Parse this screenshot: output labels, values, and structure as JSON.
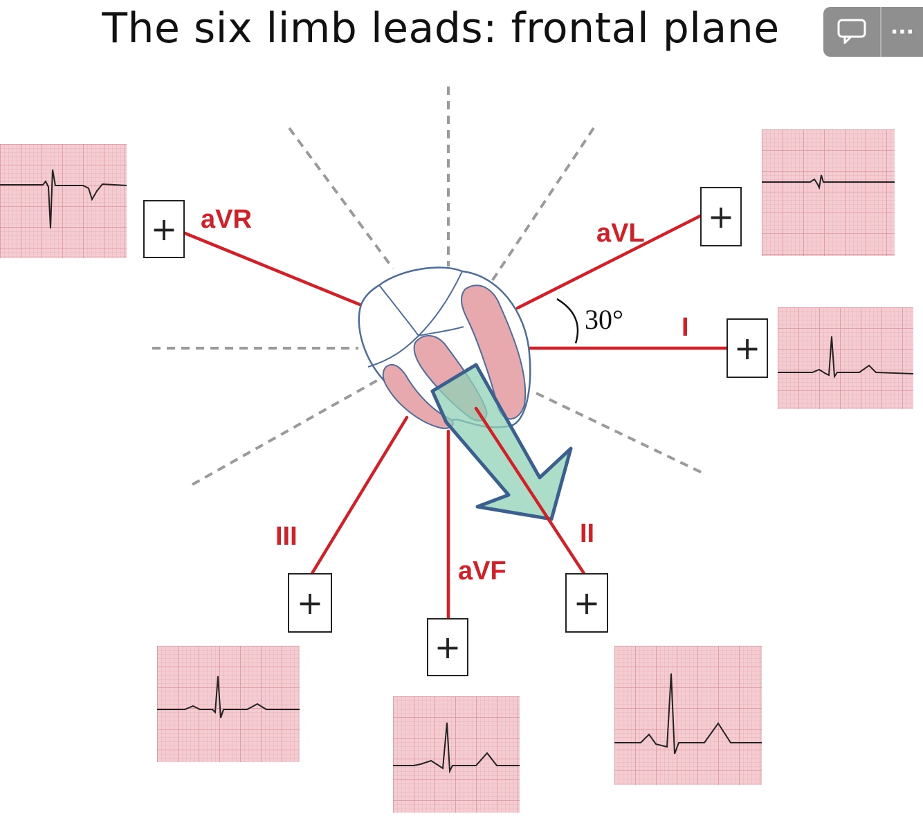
{
  "title": "The six limb leads: frontal plane",
  "toolbar": {
    "comment_icon": "speech-bubble-icon",
    "more_icon": "more-horizontal-icon",
    "more_glyph": "···"
  },
  "angle_label": "30°",
  "plus_symbol": "+",
  "leads": [
    {
      "id": "aVR",
      "label": "aVR"
    },
    {
      "id": "aVL",
      "label": "aVL"
    },
    {
      "id": "I",
      "label": "I"
    },
    {
      "id": "III",
      "label": "III"
    },
    {
      "id": "aVF",
      "label": "aVF"
    },
    {
      "id": "II",
      "label": "II"
    }
  ],
  "colors": {
    "lead_line": "#d41f26",
    "axis_dash": "#9a9a9a",
    "ecg_paper": "#f3cdd2",
    "ecg_grid": "#e49ba6",
    "ecg_trace": "#222222",
    "arrow_fill": "#8fd1b5",
    "arrow_stroke": "#3b5f8f",
    "heart_muscle": "#e7a9ad"
  }
}
